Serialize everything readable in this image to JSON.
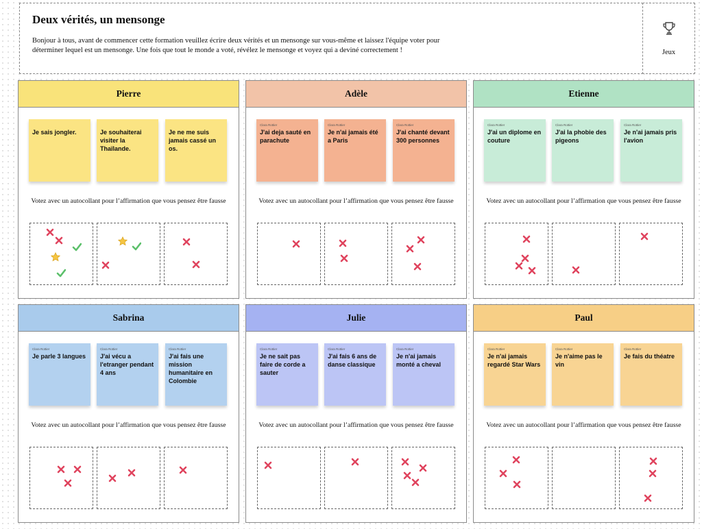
{
  "header": {
    "title": "Deux vérités, un mensonge",
    "description": "Bonjour à tous, avant de commencer cette formation veuillez écrire deux vérités et un mensonge sur vous-même et laissez l'équipe voter pour déterminer lequel est un mensonge. Une fois que tout le monde a voté, révélez le mensonge et voyez qui a deviné correctement !"
  },
  "sidebar": {
    "icon": "trophy-icon",
    "label": "Jeux"
  },
  "prompt": "Votez avec un autocollant pour l’affirmation que vous pensez être fausse",
  "stickers": {
    "cross": "x-mark-icon",
    "check": "check-mark-icon",
    "star": "star-icon"
  },
  "panels": [
    {
      "name": "Pierre",
      "header_color": "#f9e37a",
      "note_color": "#fbe483",
      "notes": [
        {
          "author": "",
          "text": "Je sais jongler."
        },
        {
          "author": "",
          "text": "Je souhaiterai visiter la Thaïlande."
        },
        {
          "author": "",
          "text": "Je ne me suis jamais cassé un os."
        }
      ]
    },
    {
      "name": "Adèle",
      "header_color": "#f2c3a8",
      "note_color": "#f4b291",
      "notes": [
        {
          "author": "Clara Rottier",
          "text": "J'ai deja sauté en parachute"
        },
        {
          "author": "Clara Rottier",
          "text": "Je n'ai jamais été a Paris"
        },
        {
          "author": "Clara Rottier",
          "text": "J'ai chanté devant 300 personnes"
        }
      ]
    },
    {
      "name": "Etienne",
      "header_color": "#b0e2c4",
      "note_color": "#c8ecd8",
      "notes": [
        {
          "author": "Clara Rottier",
          "text": "J'ai un diplome en couture"
        },
        {
          "author": "Clara Rottier",
          "text": "J'ai la phobie des pigeons"
        },
        {
          "author": "Clara Rottier",
          "text": "Je n'ai jamais pris l'avion"
        }
      ]
    },
    {
      "name": "Sabrina",
      "header_color": "#a9cbec",
      "note_color": "#b3d1ef",
      "notes": [
        {
          "author": "Clara Rottier",
          "text": "Je parle 3 langues"
        },
        {
          "author": "Clara Rottier",
          "text": "J'ai vécu a l'etranger pendant 4 ans"
        },
        {
          "author": "Clara Rottier",
          "text": "J'ai fais une mission humanitaire en Colombie"
        }
      ]
    },
    {
      "name": "Julie",
      "header_color": "#a5b2f2",
      "note_color": "#bcc5f5",
      "notes": [
        {
          "author": "Clara Rottier",
          "text": "Je ne sait pas faire de corde a sauter"
        },
        {
          "author": "Clara Rottier",
          "text": "J'ai fais 6 ans de danse classique"
        },
        {
          "author": "Clara Rottier",
          "text": "Je n'ai jamais monté a cheval"
        }
      ]
    },
    {
      "name": "Paul",
      "header_color": "#f7cf86",
      "note_color": "#f8d493",
      "notes": [
        {
          "author": "Clara Rottier",
          "text": "Je n'ai jamais regardé Star Wars"
        },
        {
          "author": "Clara Rottier",
          "text": "Je n'aime pas le vin"
        },
        {
          "author": "Clara Rottier",
          "text": "Je fais du théatre"
        }
      ]
    }
  ]
}
